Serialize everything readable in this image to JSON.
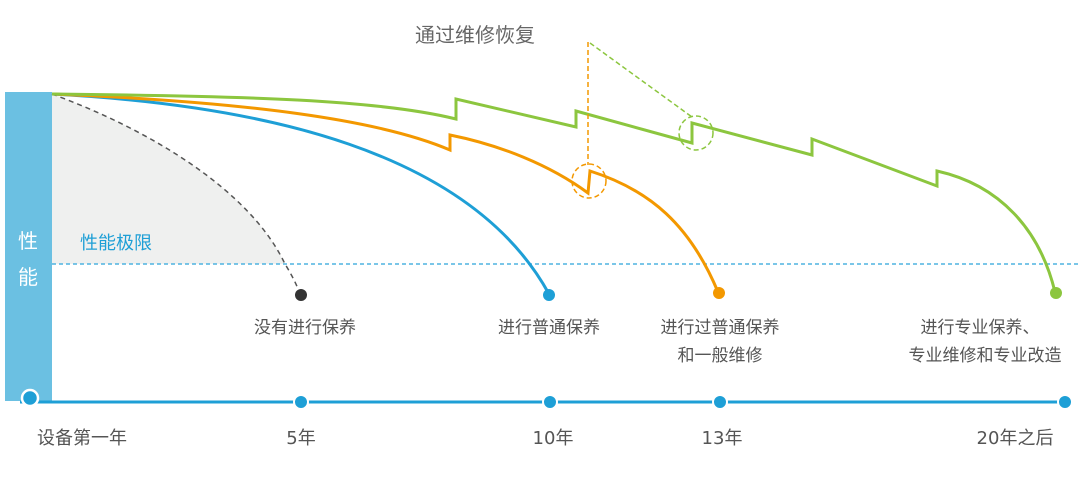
{
  "title": "通过维修恢复",
  "y_axis_label": [
    "性",
    "能"
  ],
  "limit_label": "性能极限",
  "timeline": [
    "设备第一年",
    "5年",
    "10年",
    "13年",
    "20年之后"
  ],
  "curves": [
    {
      "name": "no-maintenance",
      "color": "#333333",
      "lines": [
        "没有进行保养"
      ]
    },
    {
      "name": "normal-maintenance",
      "color": "#1e9fd6",
      "lines": [
        "进行普通保养"
      ]
    },
    {
      "name": "normal-plus-repair",
      "color": "#f39800",
      "lines": [
        "进行过普通保养",
        "和一般维修"
      ]
    },
    {
      "name": "professional",
      "color": "#8cc63f",
      "lines": [
        "进行专业保养、",
        "专业维修和专业改造"
      ]
    }
  ],
  "colors": {
    "bar": "#6bc0e2",
    "axis": "#1e9fd6",
    "text": "#555555",
    "shade": "#eff0ef"
  }
}
